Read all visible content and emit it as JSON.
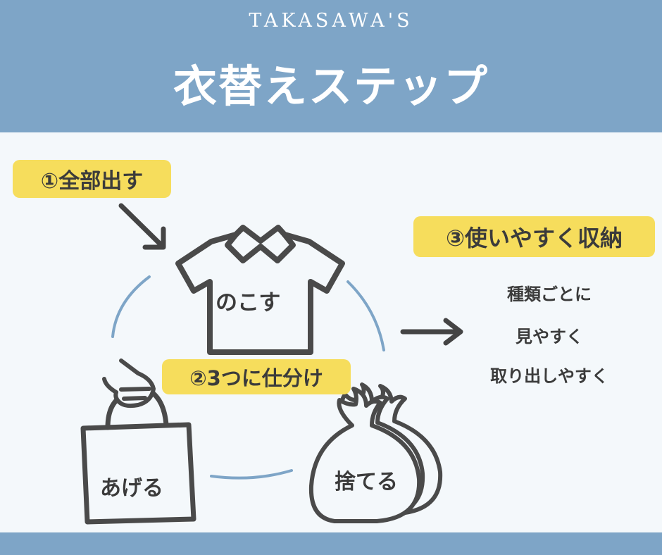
{
  "header": {
    "brand": "TAKASAWA'S",
    "title": "衣替えステップ"
  },
  "steps": {
    "step1": "①全部出す",
    "step2": "②3つに仕分け",
    "step3": "③使いやすく収納"
  },
  "categories": {
    "keep": "のこす",
    "give": "あげる",
    "discard": "捨てる"
  },
  "storage_notes": [
    "種類ごとに",
    "見やすく",
    "取り出しやすく"
  ],
  "colors": {
    "header_bg": "#7ea5c7",
    "page_bg": "#f4f8fb",
    "tag_yellow": "#f6dd5c",
    "ink": "#3b3b3b",
    "cycle_arc": "#7ea5c7"
  },
  "icons": [
    "down-right-arrow-icon",
    "shirt-icon",
    "shopping-bag-icon",
    "hand-icon",
    "garbage-bags-icon",
    "right-arrow-icon"
  ]
}
